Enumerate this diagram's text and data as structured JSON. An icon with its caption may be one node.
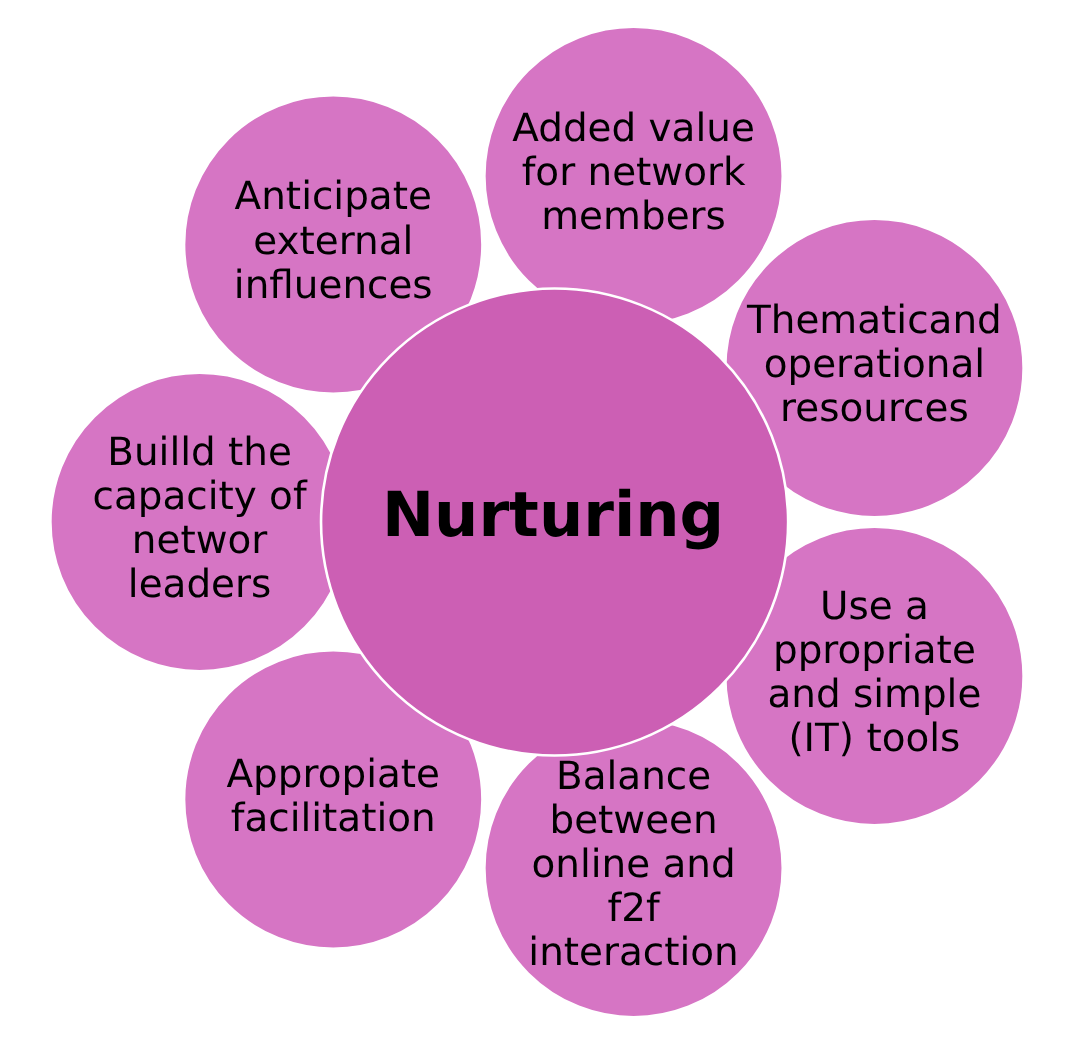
{
  "diagram": {
    "nodes": [
      {
        "text": [
          "Nurturing"
        ]
      },
      {
        "text": [
          "Thematicand operational resources"
        ]
      },
      {
        "text": [
          "Added value for network members"
        ]
      },
      {
        "text": [
          "Anticipate external influences"
        ]
      },
      {
        "text": [
          "Builld the capacity of networ leaders"
        ]
      },
      {
        "text": [
          "Appropiate facilitation"
        ]
      },
      {
        "text": [
          "Balance between online and f2f interaction"
        ]
      },
      {
        "text": [
          "Use a ppropriate and simple (IT) tools"
        ]
      }
    ]
  }
}
